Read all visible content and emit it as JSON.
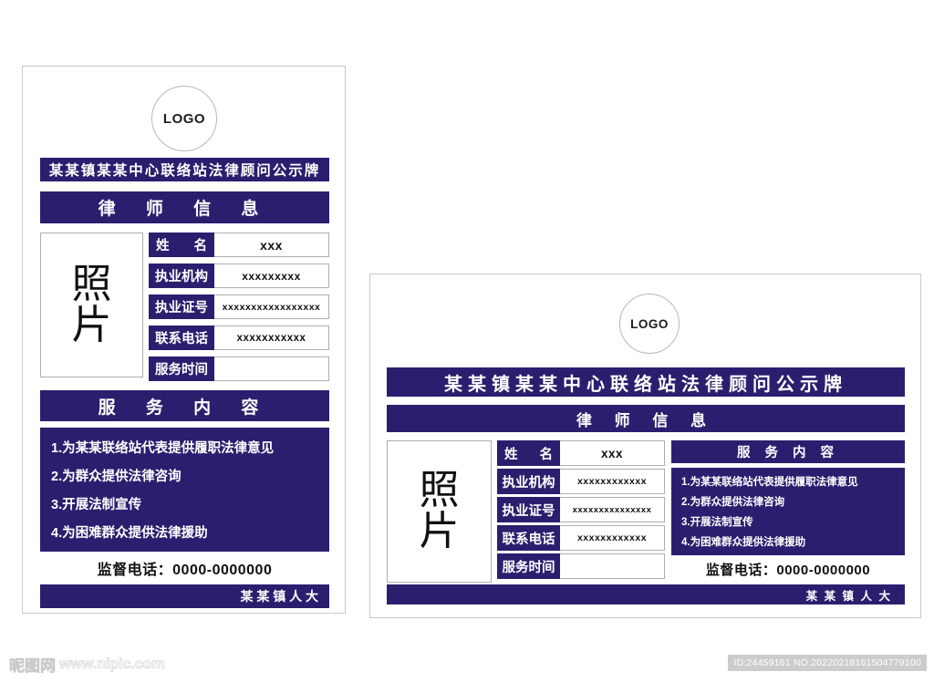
{
  "page": {
    "background_color": "#ffffff",
    "accent_color": "#2a1f6e",
    "frame_border_color": "#c9c9cd"
  },
  "logo": {
    "label": "LOGO"
  },
  "poster": {
    "main_title": "某某镇某某中心联络站法律顾问公示牌",
    "lawyer_info_title": "律 师 信 息",
    "service_title": "服 务 内 容",
    "photo_text_line1": "照",
    "photo_text_line2": "片",
    "supervise_phone_label": "监督电话：",
    "supervise_phone_number": "0000-0000000",
    "supervise_phone_full": "监督电话：0000-0000000",
    "org_name": "某 某 镇 人 大"
  },
  "fields": [
    {
      "label": "姓　　名",
      "label_plain": "姓 名",
      "value": "xxx"
    },
    {
      "label": "执业机构",
      "label_plain": "执业机构",
      "value": "xxxxxxxxxxxx"
    },
    {
      "label": "执业证号",
      "label_plain": "执业证号",
      "value": "xxxxxxxxxxxxxxx"
    },
    {
      "label": "联系电话",
      "label_plain": "联系电话",
      "value": "xxxxxxxxxxxx"
    },
    {
      "label": "服务时间",
      "label_plain": "服务时间",
      "value": ""
    }
  ],
  "fields_portrait": [
    {
      "value": "xxx"
    },
    {
      "value": "xxxxxxxxx"
    },
    {
      "value": "xxxxxxxxxxxxxxxxx"
    },
    {
      "value": "xxxxxxxxxxx"
    },
    {
      "value": ""
    }
  ],
  "services": [
    "1.为某某联络站代表提供履职法律意见",
    "2.为群众提供法律咨询",
    "3.开展法制宣传",
    "4.为困难群众提供法律援助"
  ],
  "watermark": {
    "site_cn": "昵图网",
    "site_url": "www.nipic.com",
    "id_text": "ID:24459161 NO:20220218161504779100"
  }
}
